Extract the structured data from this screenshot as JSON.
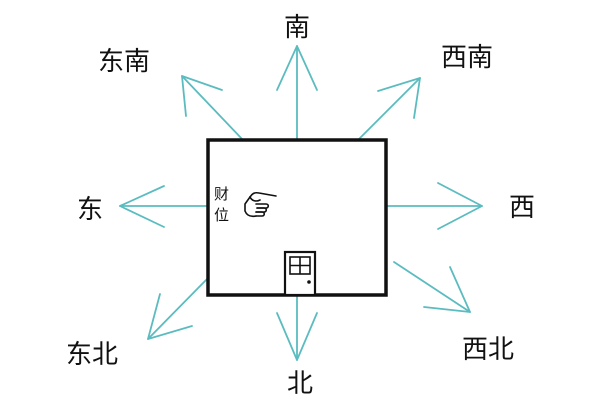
{
  "directions": {
    "south": "南",
    "southeast": "东南",
    "southwest": "西南",
    "east": "东",
    "west": "西",
    "northeast": "东北",
    "north": "北",
    "northwest": "西北"
  },
  "wealth_position": {
    "line1": "财",
    "line2": "位"
  },
  "colors": {
    "arrow": "#5bbcc0",
    "outline": "#111111"
  },
  "icons": [
    "pointing-hand-icon",
    "door-icon"
  ]
}
